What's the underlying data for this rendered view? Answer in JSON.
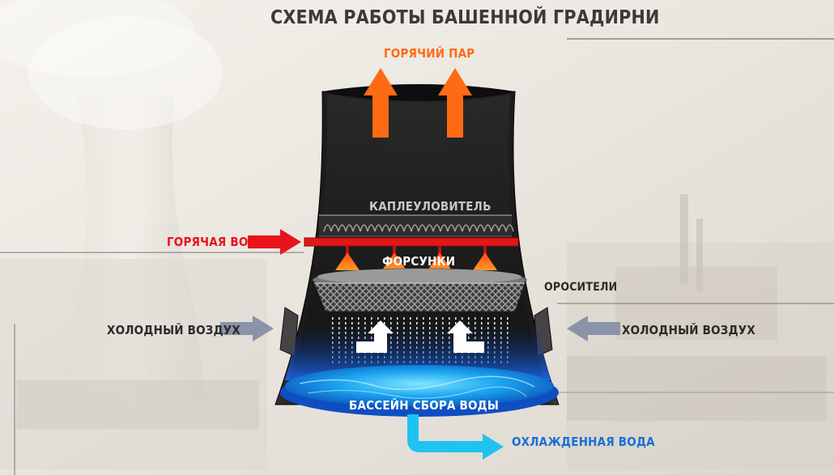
{
  "title": "СХЕМА РАБОТЫ БАШЕННОЙ ГРАДИРНИ",
  "labels": {
    "hot_steam": "ГОРЯЧИЙ ПАР",
    "drift_eliminator": "КАПЛЕУЛОВИТЕЛЬ",
    "hot_water": "ГОРЯЧАЯ ВОДА",
    "nozzles": "ФОРСУНКИ",
    "sprinklers": "ОРОСИТЕЛИ",
    "cold_air_left": "ХОЛОДНЫЙ ВОЗДУХ",
    "cold_air_right": "ХОЛОДНЫЙ ВОЗДУХ",
    "basin": "БАССЕЙН СБОРА ВОДЫ",
    "cooled_water": "ОХЛАЖДЕННАЯ ВОДА"
  },
  "colors": {
    "steam": "#ff6a14",
    "hot_water": "#e8141c",
    "cold_air": "#8a93a8",
    "cooled_water": "#1ec3f0",
    "cooled_label": "#1a6fd6",
    "tower": "#1c1c1c"
  },
  "icons": [
    "arrow-up-icon",
    "arrow-right-icon",
    "arrow-left-icon",
    "curved-arrow-up-icon",
    "nozzle-icon"
  ]
}
